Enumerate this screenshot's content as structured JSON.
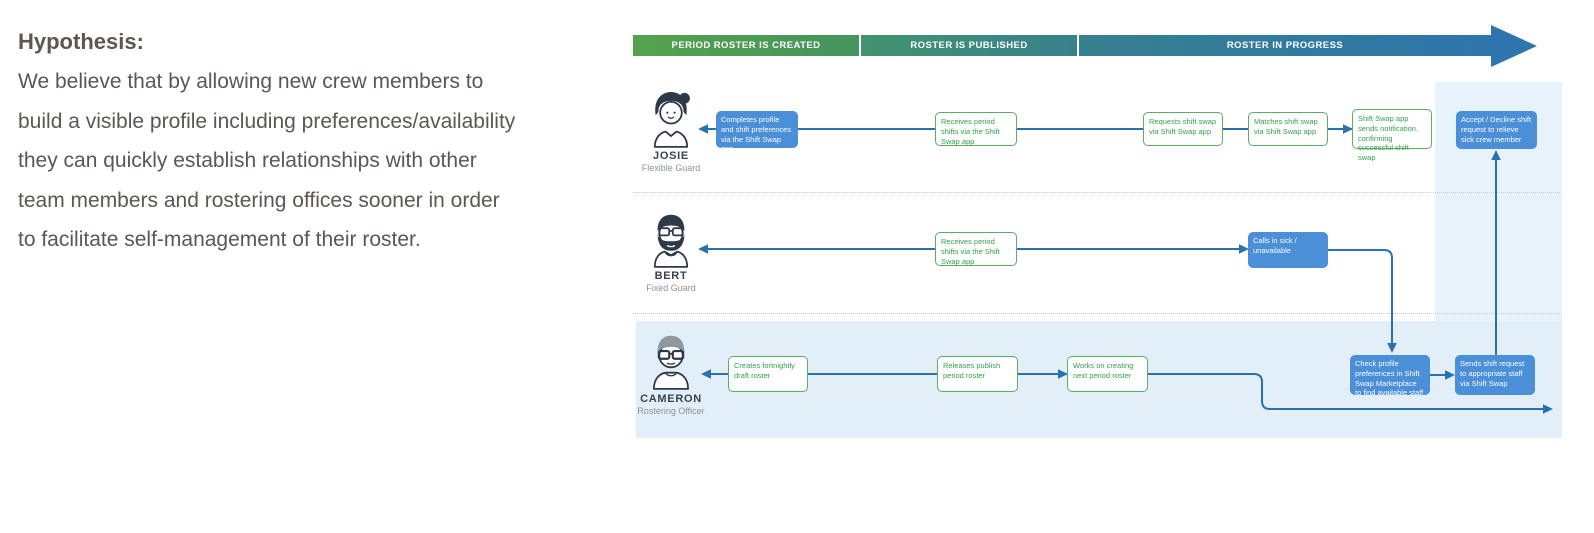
{
  "hypothesis": {
    "heading": "Hypothesis:",
    "body": "We believe that by allowing new crew members to build a visible profile including preferences/availability they can quickly establish relationships with other team members and rostering offices sooner in order to facilitate self-management of their roster."
  },
  "phases": [
    {
      "label": "PERIOD ROSTER IS CREATED",
      "color": "#55a24d"
    },
    {
      "label": "ROSTER IS PUBLISHED",
      "color": "#3a8b80"
    },
    {
      "label": "ROSTER IN PROGRESS",
      "color": "#2d75ad"
    }
  ],
  "lanes": [
    {
      "name": "JOSIE",
      "role": "Flexible Guard",
      "avatar": "female-crew-member-avatar",
      "steps": [
        {
          "text": "Completes profile and shift preferences via the Shift Swap app",
          "type": "blue"
        },
        {
          "text": "Receives period shifts via the Shift Swap app",
          "type": "green"
        },
        {
          "text": "Requests shift swap via Shift Swap app",
          "type": "green"
        },
        {
          "text": "Matches shift swap via Shift Swap app",
          "type": "green"
        },
        {
          "text": "Shift Swap app sends notification, confirming successful shift swap",
          "type": "green"
        },
        {
          "text": "Accept / Decline shift request to relieve sick crew member",
          "type": "blue"
        }
      ]
    },
    {
      "name": "BERT",
      "role": "Fixed Guard",
      "avatar": "bearded-male-crew-member-avatar",
      "steps": [
        {
          "text": "Receives period shifts via the Shift Swap app",
          "type": "green"
        },
        {
          "text": "Calls in sick / unavailable",
          "type": "blue"
        }
      ]
    },
    {
      "name": "CAMERON",
      "role": "Rostering Officer",
      "avatar": "male-rostering-officer-avatar",
      "steps": [
        {
          "text": "Creates fortnightly draft roster",
          "type": "green"
        },
        {
          "text": "Releases publish period roster",
          "type": "green"
        },
        {
          "text": "Works on creating next period roster",
          "type": "green"
        },
        {
          "text": "Check profile preferences in Shift Swap Marketplace to find available staff",
          "type": "blue"
        },
        {
          "text": "Sends shift request to appropriate staff via Shift Swap",
          "type": "blue"
        }
      ]
    }
  ],
  "colors": {
    "action_blue": "#4a8fd7",
    "action_green_text": "#35a04f",
    "action_green_border": "#5cad66",
    "connector_blue": "#2a72ad",
    "highlight_band": "#e7f2fb",
    "officer_lane_bg": "#e2eff9",
    "hypothesis_text": "#5d5651"
  }
}
